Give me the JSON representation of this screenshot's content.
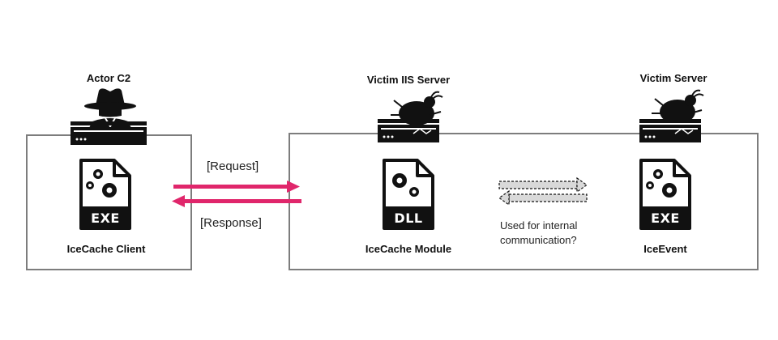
{
  "nodes": {
    "actor": {
      "title": "Actor C2",
      "component": "IceCache Client",
      "file_type": "EXE"
    },
    "iis": {
      "title": "Victim IIS Server",
      "component": "IceCache Module",
      "file_type": "DLL"
    },
    "victim": {
      "title": "Victim Server",
      "component": "IceEvent",
      "file_type": "EXE"
    }
  },
  "arrows": {
    "request_label": "[Request]",
    "response_label": "[Response]",
    "internal_note_line1": "Used for internal",
    "internal_note_line2": "communication?"
  },
  "colors": {
    "box_border": "#7d7d7d",
    "arrow": "#e0266b",
    "icon": "#111111",
    "dashed_arrow_fill": "#d9d9d9"
  },
  "icons": [
    "spy-actor-icon",
    "server-rack-icon",
    "bug-icon",
    "exe-file-icon",
    "dll-file-icon"
  ]
}
